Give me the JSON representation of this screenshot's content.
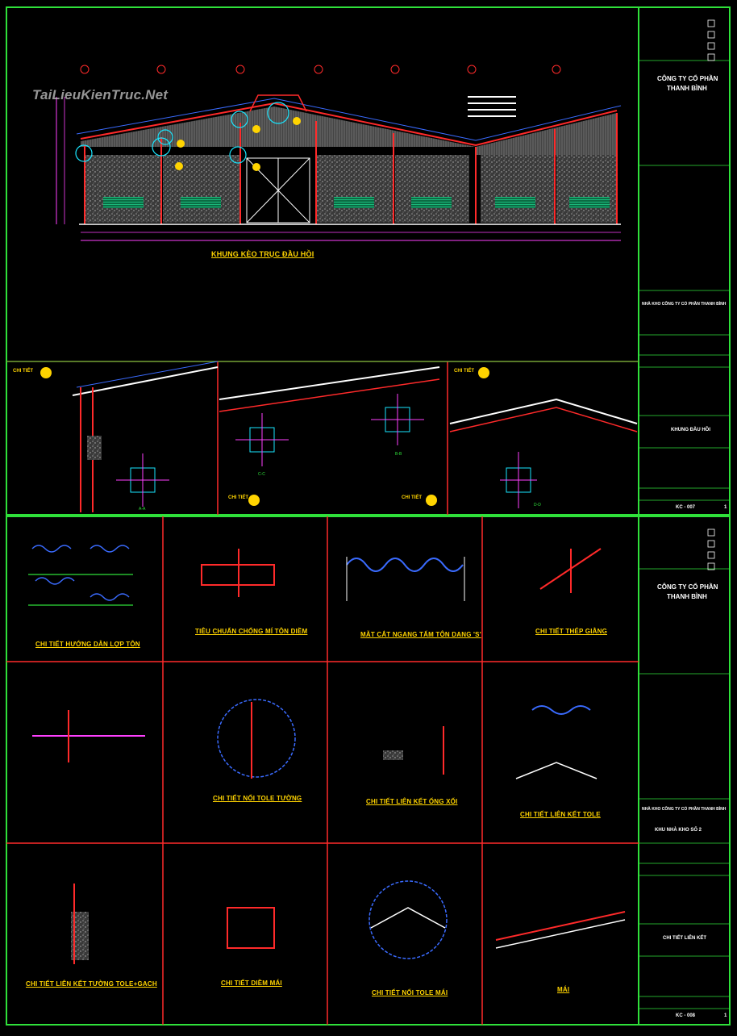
{
  "watermark": "TaiLieuKienTruc.Net",
  "sheet1": {
    "elevation_title": "KHUNG KÈO TRỤC ĐẦU HỒI",
    "detail_title": "CHI TIẾT",
    "section_labels": [
      "A-A",
      "B-B",
      "C-C",
      "D-D"
    ],
    "company_line1": "CÔNG TY CỔ PHẦN",
    "company_line2": "THANH BÌNH",
    "project": "NHÀ KHO CÔNG TY CỔ PHẦN THANH BÌNH",
    "drawing_name": "KHUNG ĐẦU HỒI",
    "sheet_no": "KC - 007",
    "page": "1"
  },
  "sheet2": {
    "company_line1": "CÔNG TY CỔ PHẦN",
    "company_line2": "THANH BÌNH",
    "project": "NHÀ KHO CÔNG TY CỔ PHẦN THANH BÌNH",
    "building": "KHU NHÀ KHO SỐ 2",
    "drawing_name": "CHI TIẾT LIÊN KẾT",
    "sheet_no": "KC - 008",
    "page": "1",
    "details": [
      "CHI TIẾT HƯỚNG DẪN LỢP TÔN",
      "TIÊU CHUẨN CHỐNG MÍ TÔN DIỀM",
      "MẶT CẮT NGANG TẤM TÔN DẠNG 'S'",
      "CHI TIẾT THÉP GIẰNG",
      "",
      "CHI TIẾT NỐI TOLE TƯỜNG",
      "CHI TIẾT LIÊN KẾT ỐNG XỐI",
      "CHI TIẾT LIÊN KẾT TOLE",
      "CHI TIẾT LIÊN KẾT TƯỜNG TOLE+GẠCH",
      "CHI TIẾT DIỀM MÁI",
      "CHI TIẾT NỐI TOLE MÁI",
      "MÁI"
    ]
  },
  "colors": {
    "frame": "#2fe03a",
    "red": "#ff2a2a",
    "yellow": "#ffd400",
    "cyan": "#19e6ff",
    "white": "#ffffff",
    "magenta": "#ff40ff",
    "blue": "#3a6bff"
  }
}
